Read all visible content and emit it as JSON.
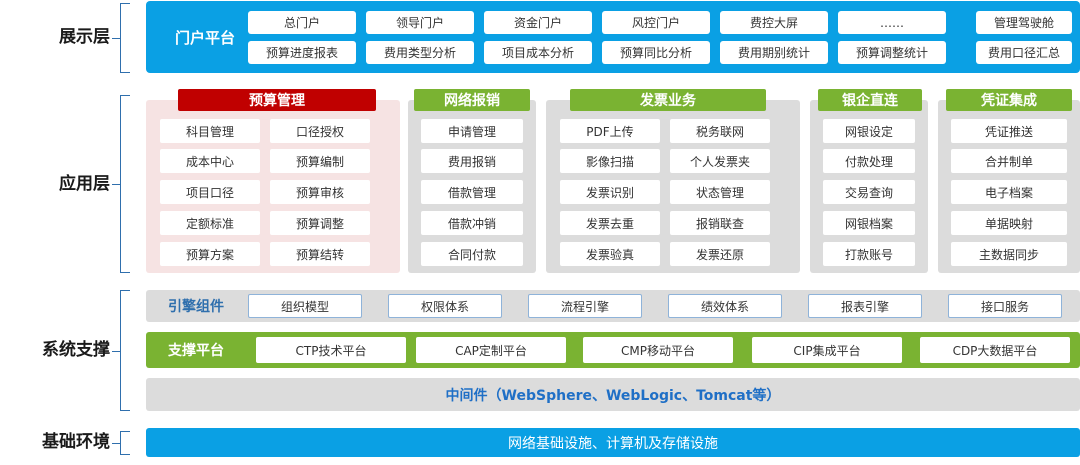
{
  "layers": {
    "display": "展示层",
    "application": "应用层",
    "system": "系统支撑",
    "infra": "基础环境"
  },
  "display": {
    "title": "门户平台",
    "row1": [
      "总门户",
      "领导门户",
      "资金门户",
      "风控门户",
      "费控大屏",
      "……",
      "管理驾驶舱"
    ],
    "row2": [
      "预算进度报表",
      "费用类型分析",
      "项目成本分析",
      "预算同比分析",
      "费用期别统计",
      "预算调整统计",
      "费用口径汇总"
    ]
  },
  "apps": [
    {
      "title": "预算管理",
      "items": [
        "科目管理",
        "口径授权",
        "成本中心",
        "预算编制",
        "项目口径",
        "预算审核",
        "定额标准",
        "预算调整",
        "预算方案",
        "预算结转"
      ]
    },
    {
      "title": "网络报销",
      "items": [
        "申请管理",
        "费用报销",
        "借款管理",
        "借款冲销",
        "合同付款"
      ]
    },
    {
      "title": "发票业务",
      "items": [
        "PDF上传",
        "税务联网",
        "影像扫描",
        "个人发票夹",
        "发票识别",
        "状态管理",
        "发票去重",
        "报销联查",
        "发票验真",
        "发票还原"
      ]
    },
    {
      "title": "银企直连",
      "items": [
        "网银设定",
        "付款处理",
        "交易查询",
        "网银档案",
        "打款账号"
      ]
    },
    {
      "title": "凭证集成",
      "items": [
        "凭证推送",
        "合并制单",
        "电子档案",
        "单据映射",
        "主数据同步"
      ]
    }
  ],
  "engine": {
    "title": "引擎组件",
    "items": [
      "组织模型",
      "权限体系",
      "流程引擎",
      "绩效体系",
      "报表引擎",
      "接口服务"
    ]
  },
  "support": {
    "title": "支撑平台",
    "items": [
      "CTP技术平台",
      "CAP定制平台",
      "CMP移动平台",
      "CIP集成平台",
      "CDP大数据平台"
    ]
  },
  "middleware": "中间件（WebSphere、WebLogic、Tomcat等）",
  "infra": "网络基础设施、计算机及存储设施",
  "colors": {
    "blue": "#0aa0e4",
    "budget_red": "#c00000",
    "budget_bg": "#f6e3e3",
    "gray": "#dcdcdc",
    "green": "#7ab332"
  }
}
